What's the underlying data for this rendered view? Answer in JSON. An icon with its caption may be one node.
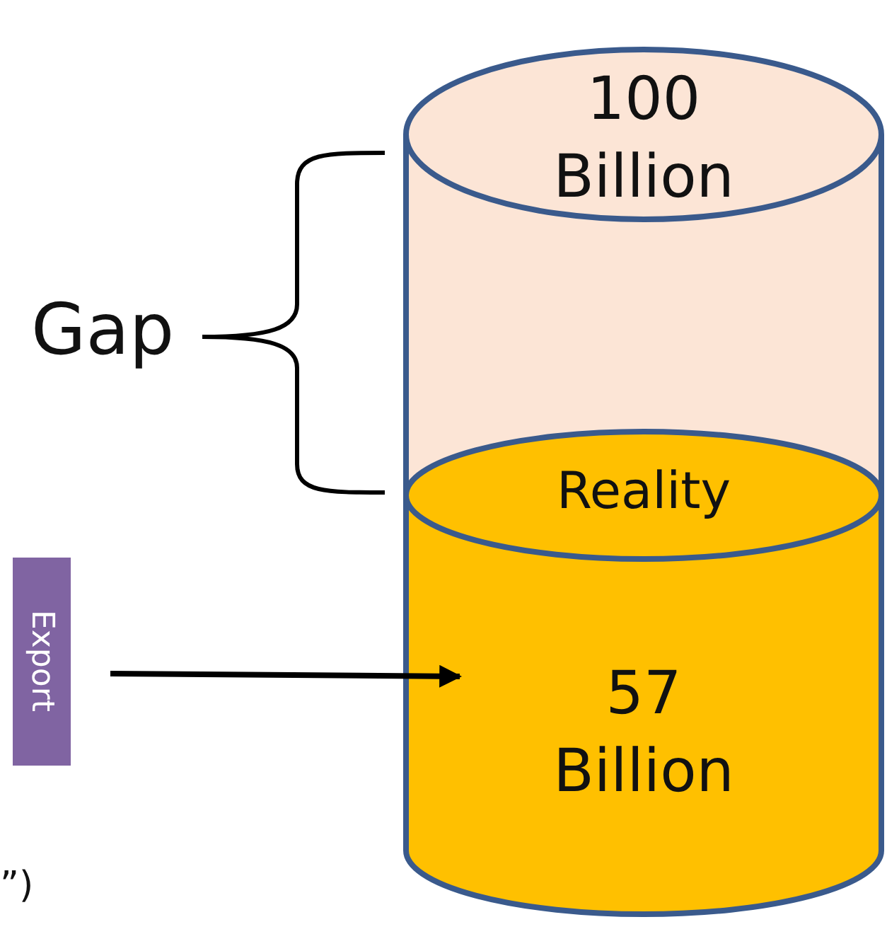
{
  "diagram": {
    "nodes": [
      {
        "text": [
          "100 Billion"
        ]
      },
      {
        "text": [
          "Reality",
          "57 Billion"
        ]
      },
      {
        "text": [
          "Export"
        ]
      }
    ],
    "edges": [
      {
        "from": null,
        "to": 1,
        "arrow": "to"
      }
    ],
    "labels": [
      "Gap",
      "”)"
    ]
  }
}
